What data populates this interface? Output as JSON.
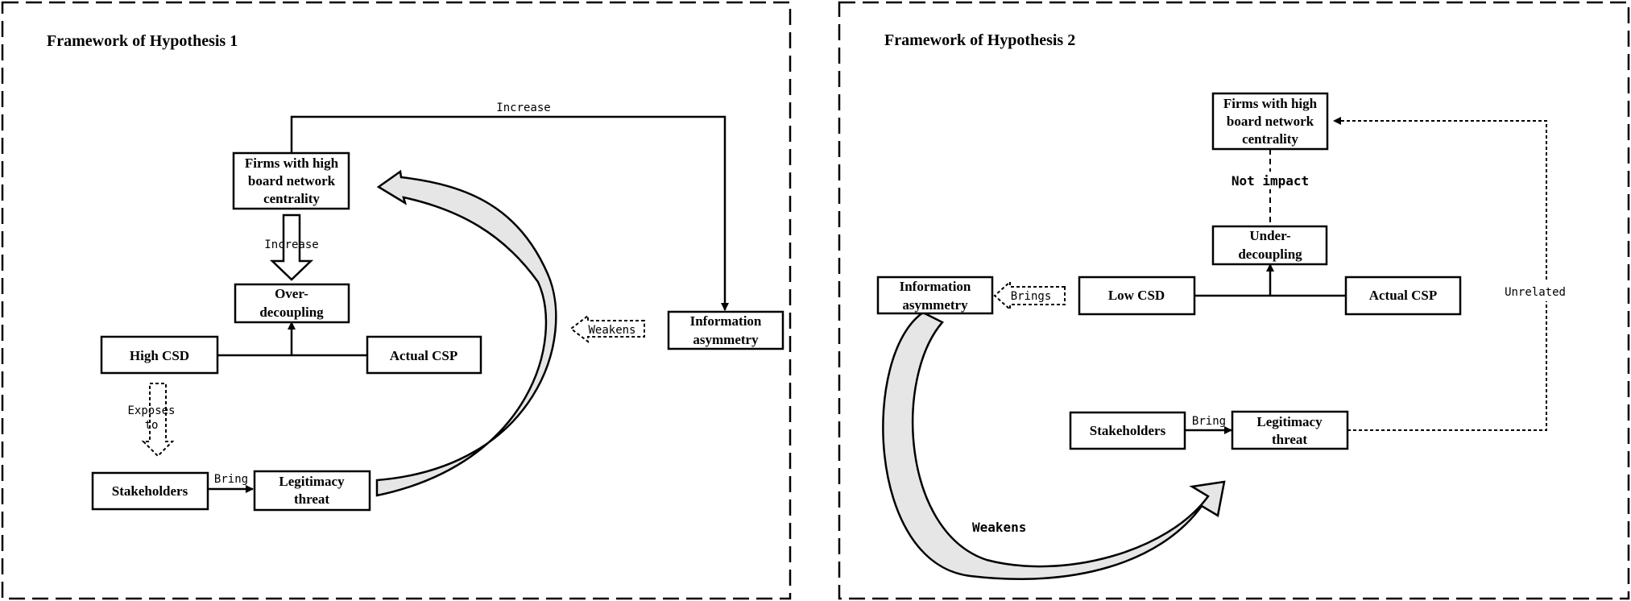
{
  "panel1": {
    "title": "Framework of  Hypothesis 1",
    "boxes": {
      "firms": [
        "Firms with high",
        "board network",
        "centrality"
      ],
      "over_decoupling": [
        "Over-",
        "decoupling"
      ],
      "high_csd": [
        "High  CSD"
      ],
      "actual_csp": [
        "Actual CSP"
      ],
      "stakeholders": [
        "Stakeholders"
      ],
      "legitimacy_threat": [
        "Legitimacy",
        "threat"
      ],
      "information_asymmetry": [
        "Information",
        "asymmetry"
      ]
    },
    "labels": {
      "increase_top": "Increase",
      "increase_mid": "Increase",
      "exposes_to": [
        "Exposes",
        "to"
      ],
      "bring": "Bring",
      "weakens": "Weakens"
    }
  },
  "panel2": {
    "title": "Framework of  Hypothesis 2",
    "boxes": {
      "firms": [
        "Firms with high",
        "board network",
        "centrality"
      ],
      "under_decoupling": [
        "Under-",
        "decoupling"
      ],
      "low_csd": [
        "Low  CSD"
      ],
      "actual_csp": [
        "Actual CSP"
      ],
      "information_asymmetry": [
        "Information",
        "asymmetry"
      ],
      "stakeholders": [
        "Stakeholders"
      ],
      "legitimacy_threat": [
        "Legitimacy",
        "threat"
      ]
    },
    "labels": {
      "not_impact": "Not impact",
      "unrelated": "Unrelated",
      "brings": "Brings",
      "bring": "Bring",
      "weakens": "Weakens"
    }
  },
  "colors": {
    "stroke": "#000000",
    "arrow_fill": "#e6e6e6",
    "background": "#ffffff"
  }
}
